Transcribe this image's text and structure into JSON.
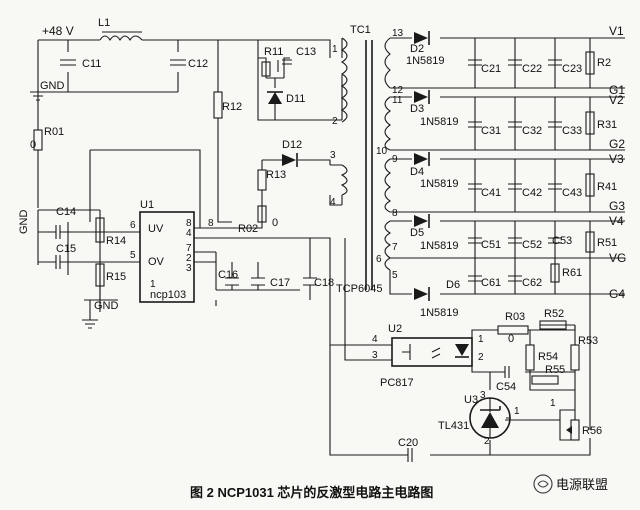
{
  "caption": "图 2   NCP1031 芯片的反激型电路主电路图",
  "watermark": "电源联盟",
  "labels": {
    "vin": "+48 V",
    "gnd_top": "GND",
    "gnd_left": "GND",
    "gnd_bottom": "GND",
    "ic_u1": "U1",
    "ic_part": "ncp103",
    "pin_uv": "UV",
    "pin_ov": "OV",
    "pin6": "6",
    "pin5": "5",
    "pin8a": "8",
    "pin8b": "8",
    "pin4": "4",
    "pin7": "7",
    "pin2": "2",
    "pin3": "3",
    "pin1": "1",
    "zero_r02": "0",
    "zero_r01": "0",
    "zero_r03": "0",
    "r01": "R01",
    "r02": "R02",
    "r03": "R03",
    "r11": "R11",
    "r12": "R12",
    "r13": "R13",
    "r14": "R14",
    "r15": "R15",
    "r2": "R2",
    "r31": "R31",
    "r41": "R41",
    "r51": "R51",
    "r52": "R52",
    "r53": "R53",
    "r54": "R54",
    "r55": "R55",
    "r56": "R56",
    "r61": "R61",
    "l1": "L1",
    "c11": "C11",
    "c12": "C12",
    "c13": "C13",
    "c14": "C14",
    "c15": "C15",
    "c16": "C16",
    "c17": "C17",
    "c18": "C18",
    "c20": "C20",
    "c21": "C21",
    "c22": "C22",
    "c23": "C23",
    "c31": "C31",
    "c32": "C32",
    "c33": "C33",
    "c41": "C41",
    "c42": "C42",
    "c43": "C43",
    "c51": "C51",
    "c52": "C52",
    "c53": "C53",
    "c54": "C54",
    "c61": "C61",
    "c62": "C62",
    "d11": "D11",
    "d12": "D12",
    "d2": "D2",
    "d3": "D3",
    "d4": "D4",
    "d5": "D5",
    "d6": "D6",
    "in5819_2": "1N5819",
    "in5819_3": "1N5819",
    "in5819_4": "1N5819",
    "in5819_5": "1N5819",
    "in5819_6": "1N5819",
    "tc1": "TC1",
    "tcp": "TCP6045",
    "t1": "1",
    "t2": "2",
    "t3": "3",
    "t4": "4",
    "t5": "5",
    "t6": "6",
    "t7": "7",
    "t8": "8",
    "t9": "9",
    "t10": "10",
    "t11": "11",
    "t12": "12",
    "t13": "13",
    "v1": "V1",
    "g1": "G1",
    "v2": "V2",
    "g2": "G2",
    "v3": "V3",
    "g3": "G3",
    "v4": "V4",
    "vg": "VG",
    "g4": "G4",
    "u2": "U2",
    "pc817": "PC817",
    "u2p1": "1",
    "u2p2": "2",
    "u2p3": "3",
    "u2p4": "4",
    "u3": "U3",
    "tl431": "TL431",
    "u3p1": "1",
    "u3p2": "2",
    "u3p3": "3",
    "u3r1": "1"
  }
}
